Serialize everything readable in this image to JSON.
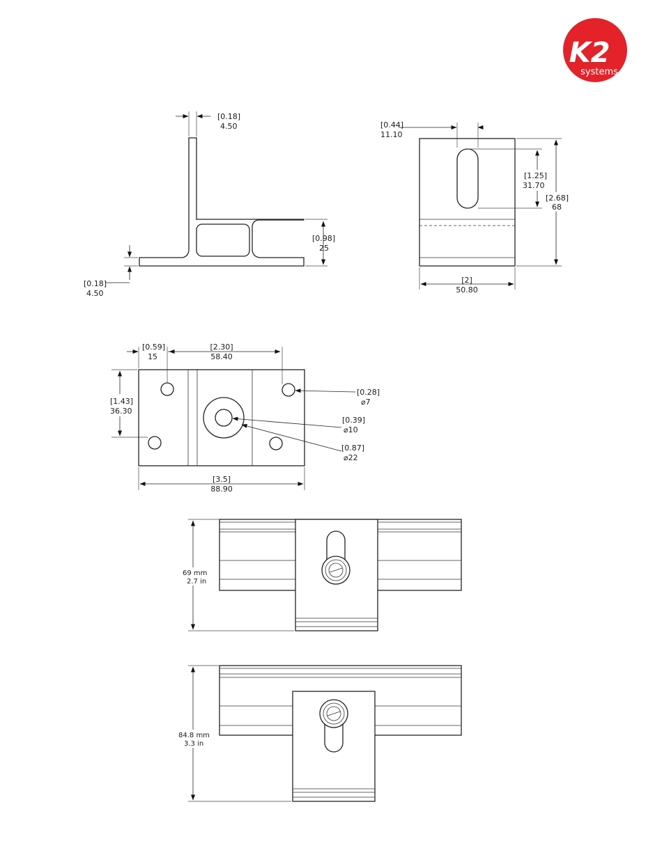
{
  "logo": {
    "brand": "K2",
    "sub": "systems",
    "color": "#e3222a"
  },
  "side_view": {
    "web_thickness_in": "[0.18]",
    "web_thickness_mm": "4.50",
    "height_in": "[0.98]",
    "height_mm": "25",
    "base_thickness_in": "[0.18]",
    "base_thickness_mm": "4.50"
  },
  "front_view": {
    "slot_width_in": "[0.44]",
    "slot_width_mm": "11.10",
    "slot_length_in": "[1.25]",
    "slot_length_mm": "31.70",
    "overall_height_in": "[2.68]",
    "overall_height_mm": "68",
    "width_in": "[2]",
    "width_mm": "50.80"
  },
  "bottom_view": {
    "hole_offset_in": "[0.59]",
    "hole_offset_mm": "15",
    "hole_spacing_in": "[2.30]",
    "hole_spacing_mm": "58.40",
    "hole_vspacing_in": "[1.43]",
    "hole_vspacing_mm": "36.30",
    "small_hole_in": "[0.28]",
    "small_hole_mm": "⌀7",
    "center_hole_in": "[0.39]",
    "center_hole_mm": "⌀10",
    "counterbore_in": "[0.87]",
    "counterbore_mm": "⌀22",
    "length_in": "[3.5]",
    "length_mm": "88.90"
  },
  "assembly_low": {
    "height_mm": "69 mm",
    "height_in": "2.7 in"
  },
  "assembly_high": {
    "height_mm": "84.8 mm",
    "height_in": "3.3 in"
  }
}
